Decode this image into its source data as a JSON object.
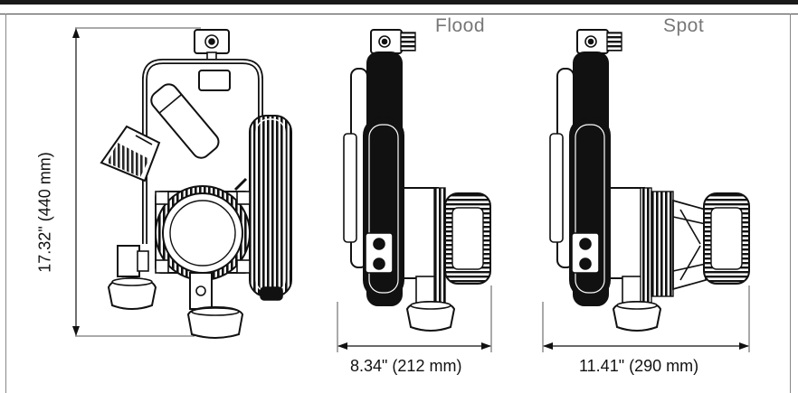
{
  "views": {
    "flood_label": "Flood",
    "spot_label": "Spot"
  },
  "dimensions": {
    "height": "17.32\" (440 mm)",
    "flood_width": "8.34\" (212 mm)",
    "spot_width": "11.41\" (290 mm)"
  },
  "colors": {
    "ink": "#111111",
    "label_gray": "#777777",
    "frame": "#888888"
  }
}
